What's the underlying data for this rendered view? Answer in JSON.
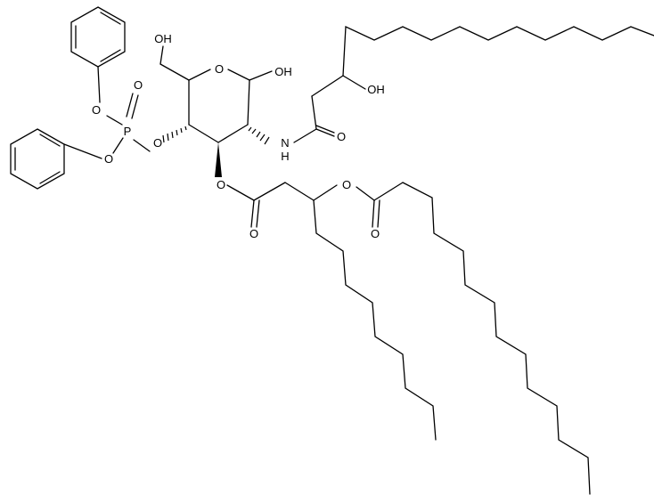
{
  "atom_labels": {
    "o_top_phenoxy": "O",
    "p_atom": "P",
    "o_double_p": "O",
    "o_lower_phenoxy": "O",
    "o_ring_c4": "O",
    "oh_c6": "OH",
    "o_ring": "O",
    "oh_anomeric": "OH",
    "oh_side_chain": "OH",
    "nh": "N",
    "nh_h": "H",
    "o_amide": "O",
    "o_ester_c3": "O",
    "o_carbonyl_left": "O",
    "o_ester_right": "O",
    "o_carbonyl_right": "O"
  }
}
